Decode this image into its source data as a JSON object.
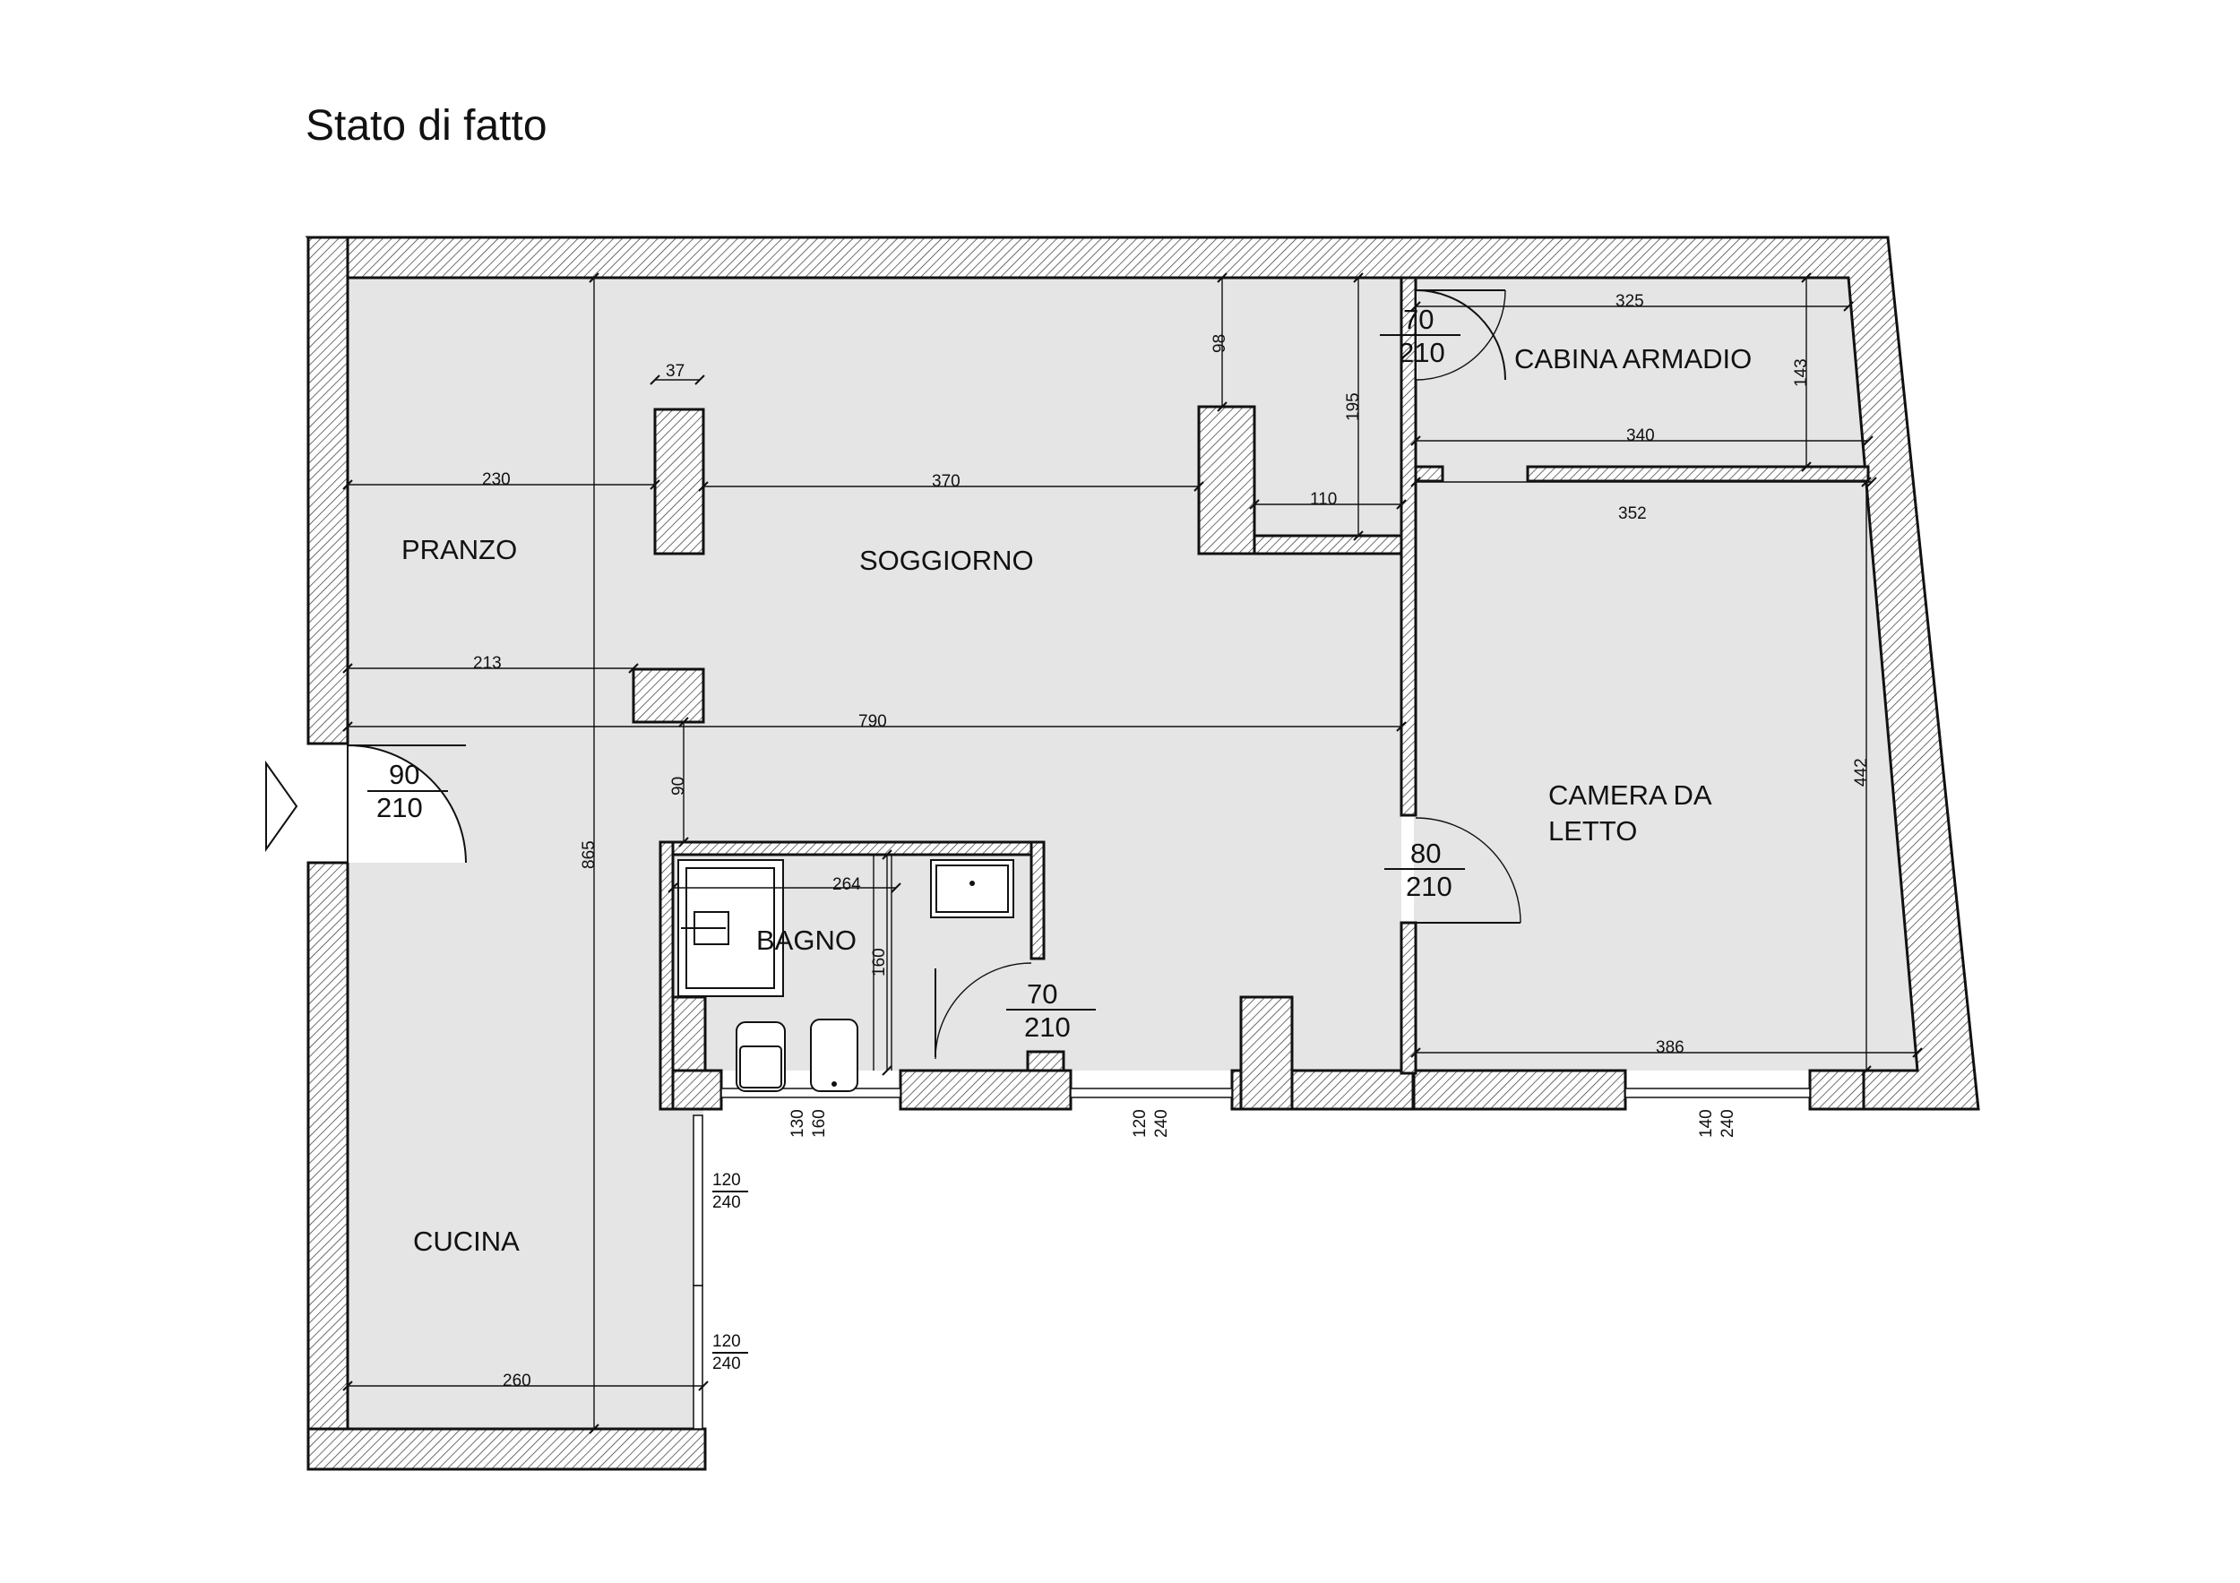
{
  "title": "Stato di fatto",
  "rooms": {
    "pranzo": "PRANZO",
    "soggiorno": "SOGGIORNO",
    "cabina_armadio": "CABINA ARMADIO",
    "camera_line1": "CAMERA DA",
    "camera_line2": "LETTO",
    "bagno": "BAGNO",
    "cucina": "CUCINA"
  },
  "dimensions": {
    "d37": "37",
    "d230": "230",
    "d370": "370",
    "d98": "98",
    "d195": "195",
    "d110": "110",
    "d325": "325",
    "d143": "143",
    "d340": "340",
    "d352": "352",
    "d213": "213",
    "d790": "790",
    "d90": "90",
    "d865": "865",
    "d264": "264",
    "d160": "160",
    "d442": "442",
    "d386": "386",
    "d260": "260"
  },
  "doors": {
    "entrance": {
      "width": "90",
      "height": "210"
    },
    "cabina": {
      "width": "70",
      "height": "210"
    },
    "camera": {
      "width": "80",
      "height": "210"
    },
    "bagno": {
      "width": "70",
      "height": "210"
    }
  },
  "windows": {
    "bagno": {
      "a": "130",
      "b": "160"
    },
    "soggiorno": {
      "a": "120",
      "b": "240"
    },
    "camera": {
      "a": "140",
      "b": "240"
    },
    "cucina_upper": {
      "a": "120",
      "b": "240"
    },
    "cucina_lower": {
      "a": "120",
      "b": "240"
    }
  }
}
